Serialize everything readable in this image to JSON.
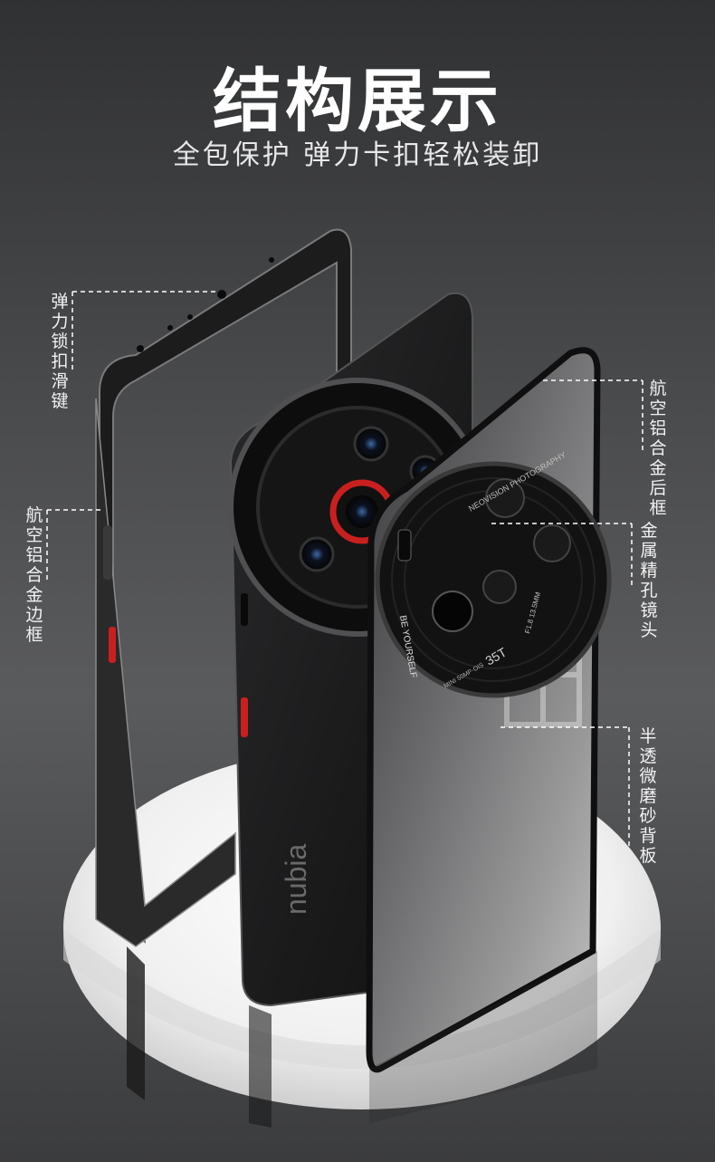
{
  "header": {
    "title": "结构展示",
    "subtitle": "全包保护 弹力卡扣轻松装卸"
  },
  "callouts": {
    "spring_slide_key": "弹力锁扣滑键",
    "aluminum_side_frame": "航空铝合金边框",
    "aluminum_rear_frame": "航空铝合金后框",
    "metal_precision_lens": "金属精孔镜头",
    "translucent_matte_back": "半透微磨砂背板"
  },
  "product": {
    "phone_brand_mark": "nubia",
    "lens_ring_text_top": "NEOVISION PHOTOGRAPHY",
    "lens_ring_text_left": "BE YOURSELF",
    "lens_model_text": "35T",
    "lens_spec_text": "F1.8 13.5MM",
    "lens_mini_text": "MINI 50MP·OIS"
  },
  "colors": {
    "accent_red": "#c9201f",
    "frame_black": "#121212",
    "dashed_line": "#ffffff"
  }
}
